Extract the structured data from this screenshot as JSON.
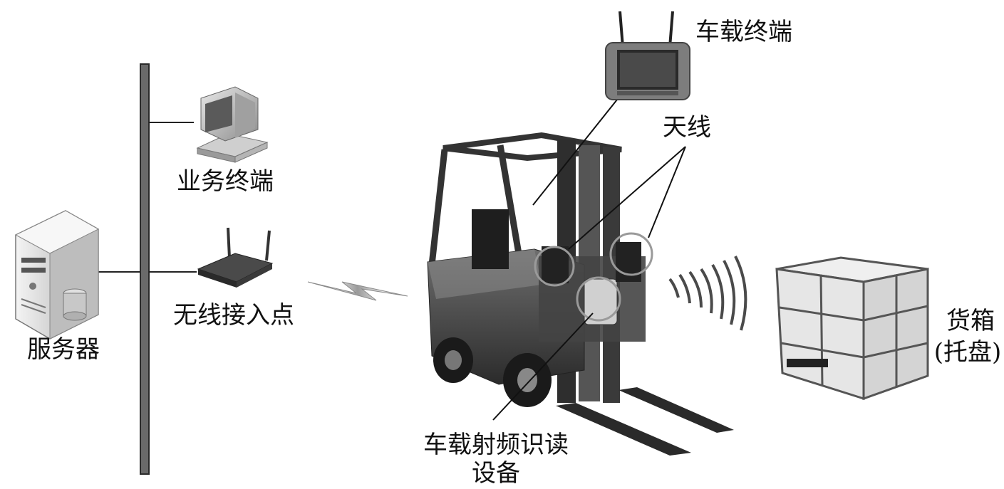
{
  "labels": {
    "server": "服务器",
    "business_terminal": "业务终端",
    "wireless_ap": "无线接入点",
    "vehicle_terminal": "车载终端",
    "antenna": "天线",
    "rfid_line1": "车载射频识读",
    "rfid_line2": "设备",
    "cargo_line1": "货箱",
    "cargo_line2": "(托盘)"
  },
  "icons": {
    "server": "server-icon",
    "business_terminal": "desktop-computer-icon",
    "wireless_ap": "wireless-router-icon",
    "wireless_link": "lightning-signal-icon",
    "forklift": "forklift-icon",
    "vehicle_terminal": "vehicle-terminal-icon",
    "rf_waves": "rf-wave-icon",
    "cargo": "cargo-crate-icon"
  }
}
